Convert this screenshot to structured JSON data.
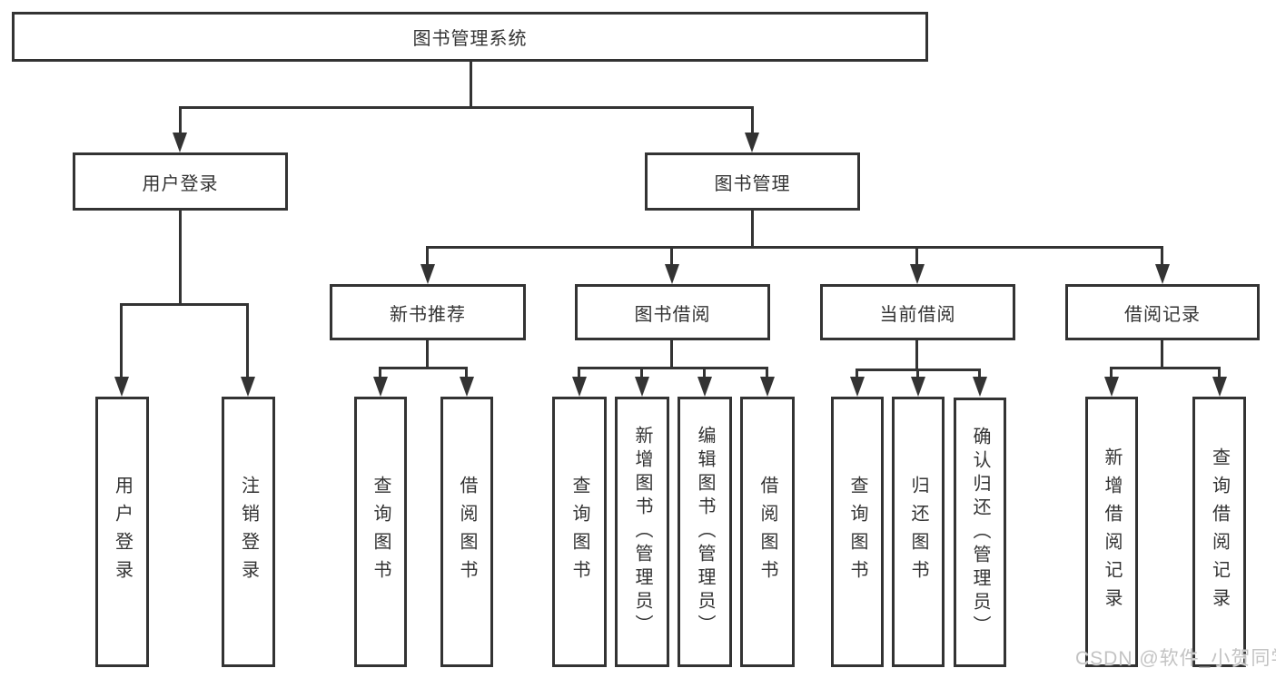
{
  "diagram": {
    "title": "图书管理系统",
    "root": {
      "label": "图书管理系统"
    },
    "branches": [
      {
        "label": "用户登录",
        "children": [
          {
            "label": "用户登录"
          },
          {
            "label": "注销登录"
          }
        ]
      },
      {
        "label": "图书管理",
        "children": [
          {
            "label": "新书推荐",
            "children": [
              {
                "label": "查询图书"
              },
              {
                "label": "借阅图书"
              }
            ]
          },
          {
            "label": "图书借阅",
            "children": [
              {
                "label": "查询图书"
              },
              {
                "label": "新增图书（管理员）"
              },
              {
                "label": "编辑图书（管理员）"
              },
              {
                "label": "借阅图书"
              }
            ]
          },
          {
            "label": "当前借阅",
            "children": [
              {
                "label": "查询图书"
              },
              {
                "label": "归还图书"
              },
              {
                "label": "确认归还（管理员）"
              }
            ]
          },
          {
            "label": "借阅记录",
            "children": [
              {
                "label": "新增借阅记录"
              },
              {
                "label": "查询借阅记录"
              }
            ]
          }
        ]
      }
    ],
    "watermark": "CSDN @软件_小贺同学",
    "colors": {
      "line": "#333333",
      "text": "#333333",
      "background": "#ffffff",
      "watermark": "#c3c3c3"
    }
  }
}
